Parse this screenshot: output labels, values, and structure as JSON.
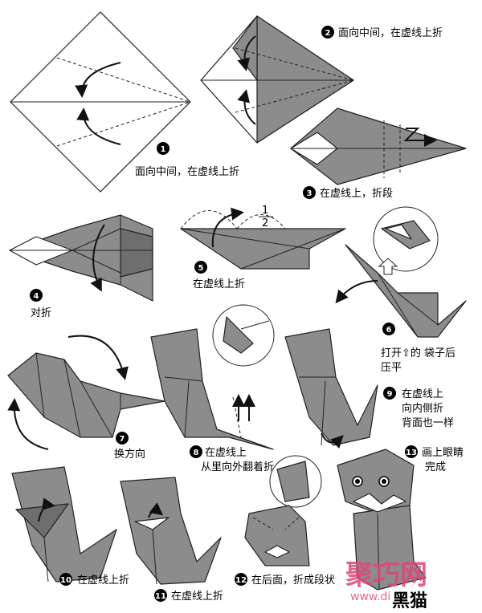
{
  "title": "黑猫",
  "watermark": {
    "brand": "聚巧网",
    "url": "www.di"
  },
  "steps": [
    {
      "num": "1",
      "text": [
        "面向中间，在虚线上折"
      ]
    },
    {
      "num": "2",
      "text": [
        "面向中间，在虚线上折"
      ]
    },
    {
      "num": "3",
      "text": [
        "在虚线上，折段"
      ]
    },
    {
      "num": "4",
      "text": [
        "对折"
      ]
    },
    {
      "num": "5",
      "text": [
        "在虚线上折"
      ]
    },
    {
      "num": "6",
      "text": [
        "打开⇧的 袋子后",
        "压平"
      ]
    },
    {
      "num": "7",
      "text": [
        "换方向"
      ]
    },
    {
      "num": "8",
      "text": [
        "在虚线上",
        "从里向外翻着折"
      ]
    },
    {
      "num": "9",
      "text": [
        "在虚线上",
        "向内侧折",
        "背面也一样"
      ]
    },
    {
      "num": "10",
      "text": [
        "在虚线上折"
      ]
    },
    {
      "num": "11",
      "text": [
        "在虚线上折"
      ]
    },
    {
      "num": "12",
      "text": [
        "在后面，折成段状"
      ]
    },
    {
      "num": "13",
      "text": [
        "画上眼睛",
        "完成"
      ]
    }
  ],
  "fraction": {
    "numerator": "1",
    "denominator": "2"
  }
}
